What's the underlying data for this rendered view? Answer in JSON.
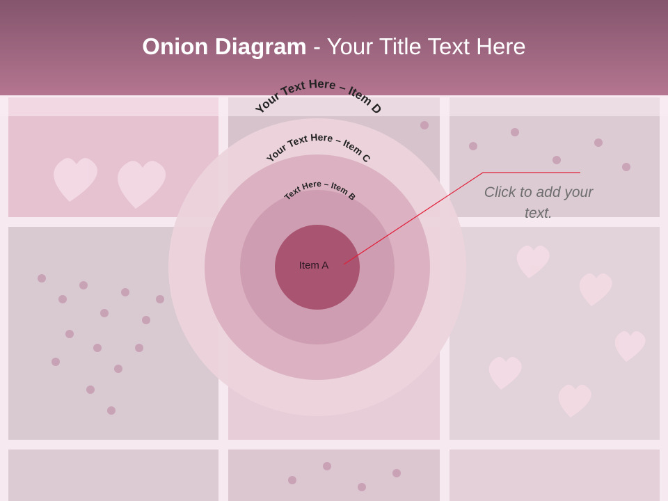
{
  "slide": {
    "title_bold": "Onion Diagram",
    "title_rest": " - Your Title Text Here"
  },
  "diagram": {
    "items": [
      {
        "label": "Item A"
      },
      {
        "label": "Text Here – Item B"
      },
      {
        "label": "Your Text Here – Item C"
      },
      {
        "label": "Your Text Here – Item D"
      }
    ],
    "callout_text": "Click  to add your text.",
    "callout_line_color": "#e0203a"
  },
  "colors": {
    "title_bar": "#a26a84",
    "ring_d": "#ecd3dc",
    "ring_c": "#dcb2c2",
    "ring_b": "#cf9db1",
    "core_a": "#a95471"
  }
}
